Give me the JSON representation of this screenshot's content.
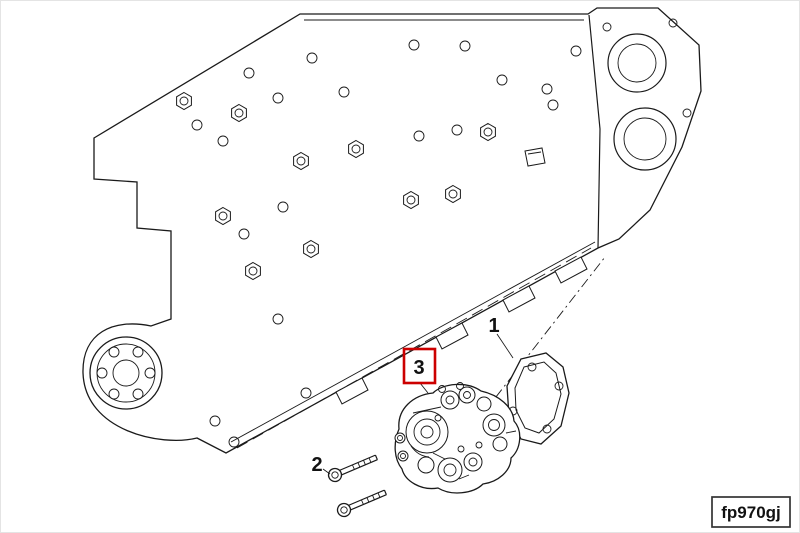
{
  "figure": {
    "part_code": "fp970gj",
    "callouts": [
      {
        "label": "1",
        "highlighted": false
      },
      {
        "label": "2",
        "highlighted": false
      },
      {
        "label": "3",
        "highlighted": true
      }
    ],
    "colors": {
      "line": "#1a1a1a",
      "highlight_box": "#cc0000",
      "code_box_border": "#333333",
      "background": "#ffffff"
    }
  }
}
